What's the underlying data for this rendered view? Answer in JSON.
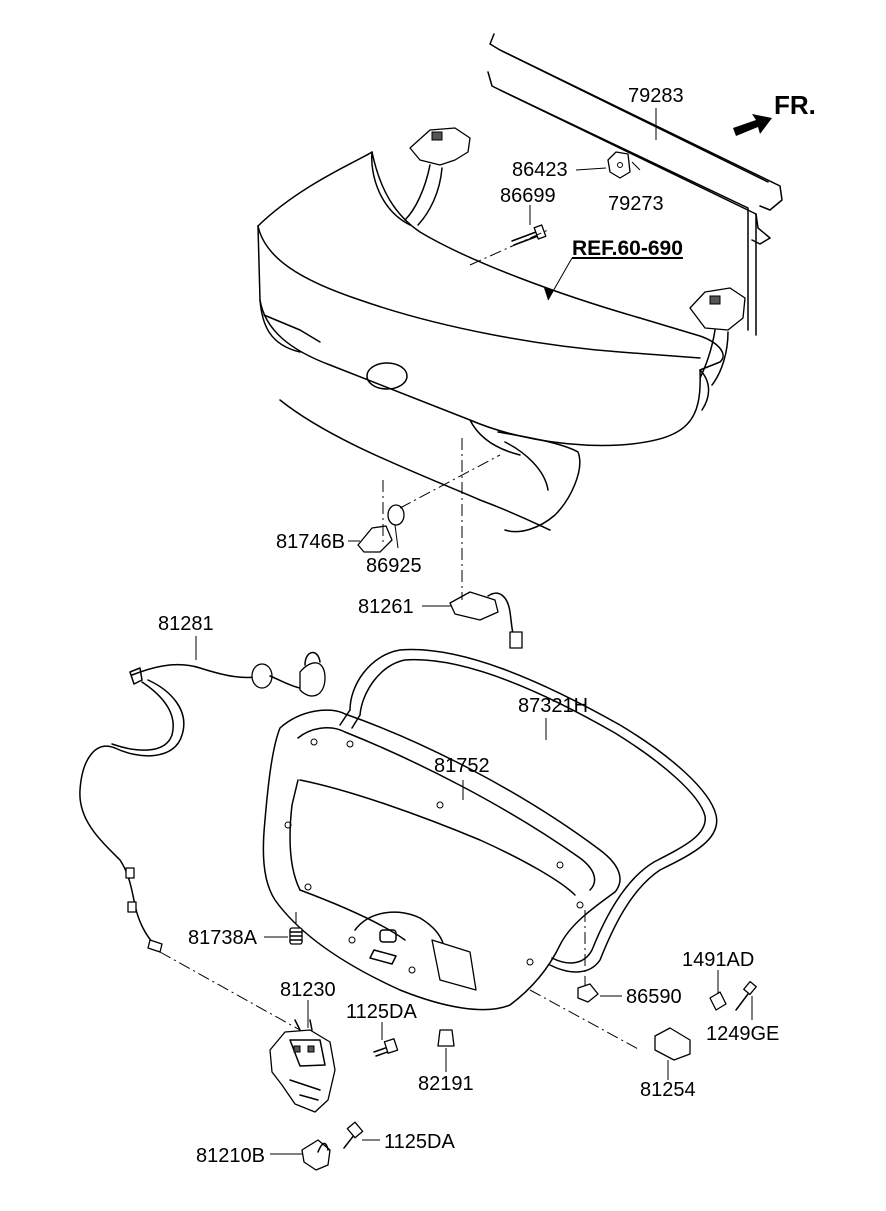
{
  "direction": {
    "label": "FR.",
    "arrow_icon": "front-direction-arrow-icon"
  },
  "reference": {
    "label": "REF.60-690"
  },
  "part_labels": {
    "p79283": "79283",
    "p86423": "86423",
    "p79273": "79273",
    "p86699": "86699",
    "p81746B": "81746B",
    "p86925": "86925",
    "p81261": "81261",
    "p81281": "81281",
    "p87321H": "87321H",
    "p81752": "81752",
    "p81738A": "81738A",
    "p81230": "81230",
    "p1125DA_a": "1125DA",
    "p1491AD": "1491AD",
    "p86590": "86590",
    "p1249GE": "1249GE",
    "p82191": "82191",
    "p81254": "81254",
    "p81210B": "81210B",
    "p1125DA_b": "1125DA"
  }
}
